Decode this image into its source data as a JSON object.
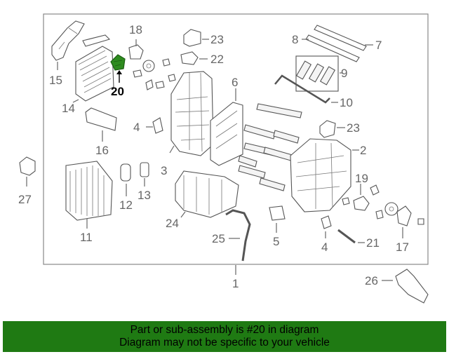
{
  "diagram": {
    "labels": {
      "l1": "1",
      "l2": "2",
      "l3": "3",
      "l4a": "4",
      "l4b": "4",
      "l5": "5",
      "l6": "6",
      "l7": "7",
      "l8": "8",
      "l9": "9",
      "l10": "10",
      "l11": "11",
      "l12": "12",
      "l13": "13",
      "l14": "14",
      "l15": "15",
      "l16": "16",
      "l17": "17",
      "l18": "18",
      "l19": "19",
      "l20": "20",
      "l21": "21",
      "l22": "22",
      "l23a": "23",
      "l23b": "23",
      "l24": "24",
      "l25": "25",
      "l26": "26",
      "l27": "27"
    },
    "highlighted_part": "20",
    "highlight_color": "#2e8b1f"
  },
  "banner": {
    "line1": "Part or sub-assembly is #20 in diagram",
    "line2": "Diagram may not be specific to your vehicle",
    "background": "#1f7a13"
  }
}
